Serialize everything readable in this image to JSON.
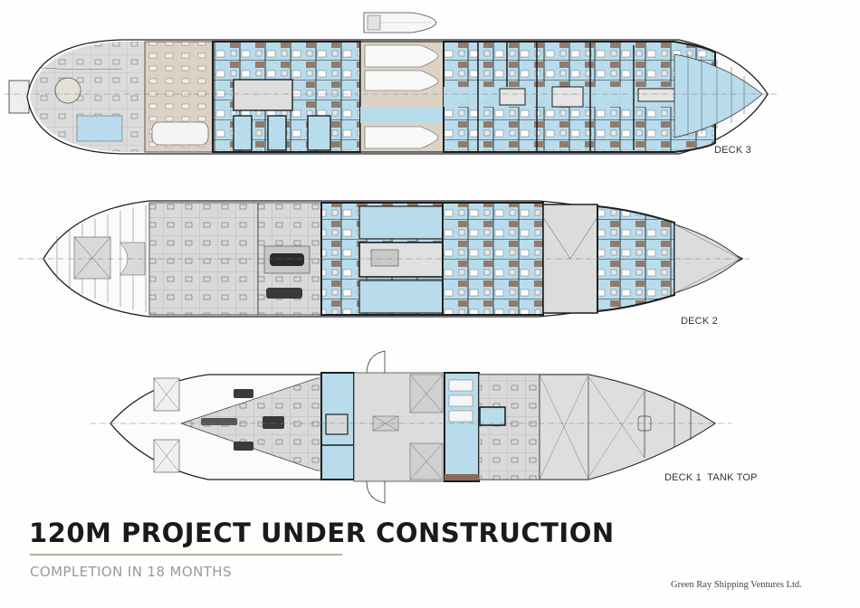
{
  "document": {
    "title": "120M PROJECT UNDER CONSTRUCTION",
    "subtitle": "COMPLETION IN 18 MONTHS",
    "company": "Green Ray Shipping Ventures Ltd."
  },
  "decks": [
    {
      "id": "deck3",
      "label": "DECK 3"
    },
    {
      "id": "deck2",
      "label": "DECK 2"
    },
    {
      "id": "deck1",
      "label": "DECK 1  TANK TOP"
    }
  ],
  "colors": {
    "accommodation_blue": "#b8dcec",
    "wood_brown": "#8b6a55",
    "tender_beige": "#d9cfc0",
    "service_grey": "#d8d8d8",
    "hull_line": "#2a2a2a",
    "bulkhead_dark": "#1e1e1e",
    "title_rule": "#b9ac9b"
  }
}
